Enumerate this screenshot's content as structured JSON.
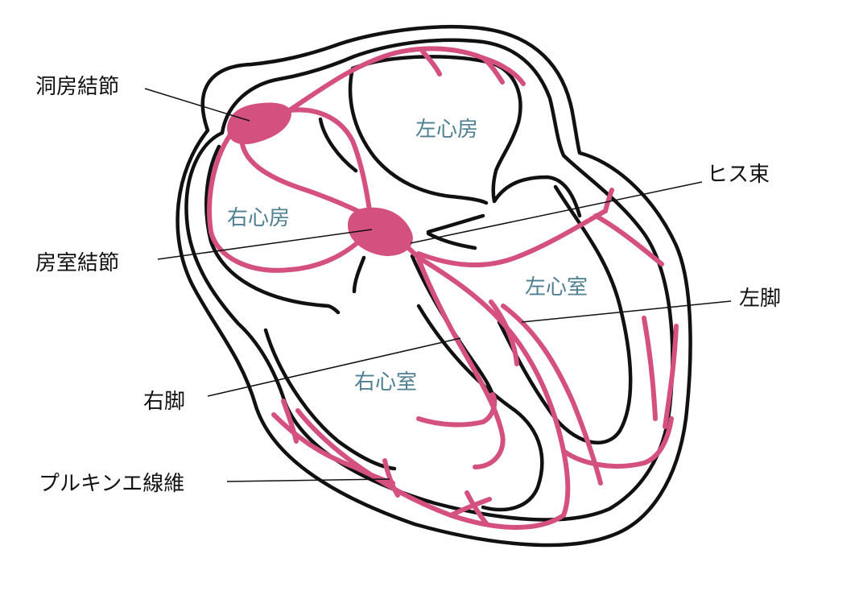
{
  "colors": {
    "conduction": "#d4507f",
    "outline": "#111111",
    "chamber_text": "#4e7f93",
    "callout_text": "#111111",
    "background": "#ffffff"
  },
  "callouts": {
    "sa_node": "洞房結節",
    "av_node": "房室結節",
    "purkinje": "プルキンエ線維",
    "right_bundle": "右脚",
    "his_bundle": "ヒス束",
    "left_bundle": "左脚"
  },
  "chambers": {
    "left_atrium": "左心房",
    "right_atrium": "右心房",
    "left_ventricle": "左心室",
    "right_ventricle": "右心室"
  }
}
